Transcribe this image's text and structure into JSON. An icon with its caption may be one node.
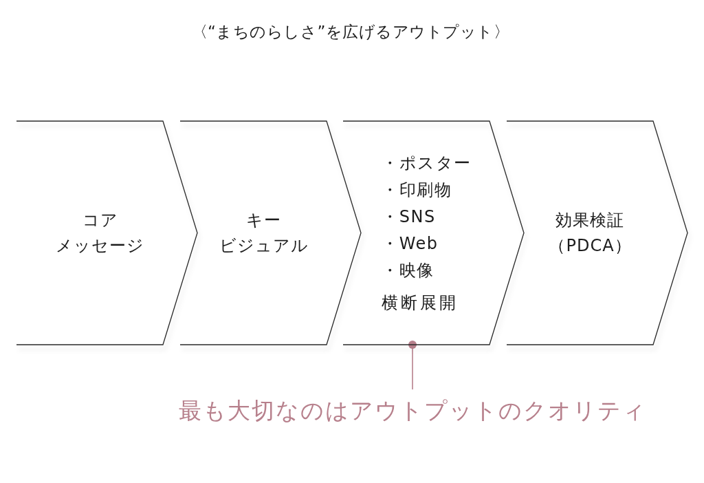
{
  "diagram": {
    "title": "〈“まちのらしさ”を広げるアウトプット〉",
    "nodes": [
      {
        "text": [
          "コアメッセージ"
        ]
      },
      {
        "text": [
          "キービジュアル"
        ]
      },
      {
        "text": [
          "・ポスター",
          "・印刷物",
          "・SNS",
          "・Web",
          "・映像",
          "横断展開"
        ]
      },
      {
        "text": [
          "効果検証（PDCA）"
        ]
      },
      {
        "text": [
          "最も大切なのはアウトプットのクオリティ"
        ]
      }
    ],
    "edges": [
      {
        "from": 4,
        "to": 2,
        "arrow": "other",
        "color": "#b7808c"
      }
    ]
  }
}
